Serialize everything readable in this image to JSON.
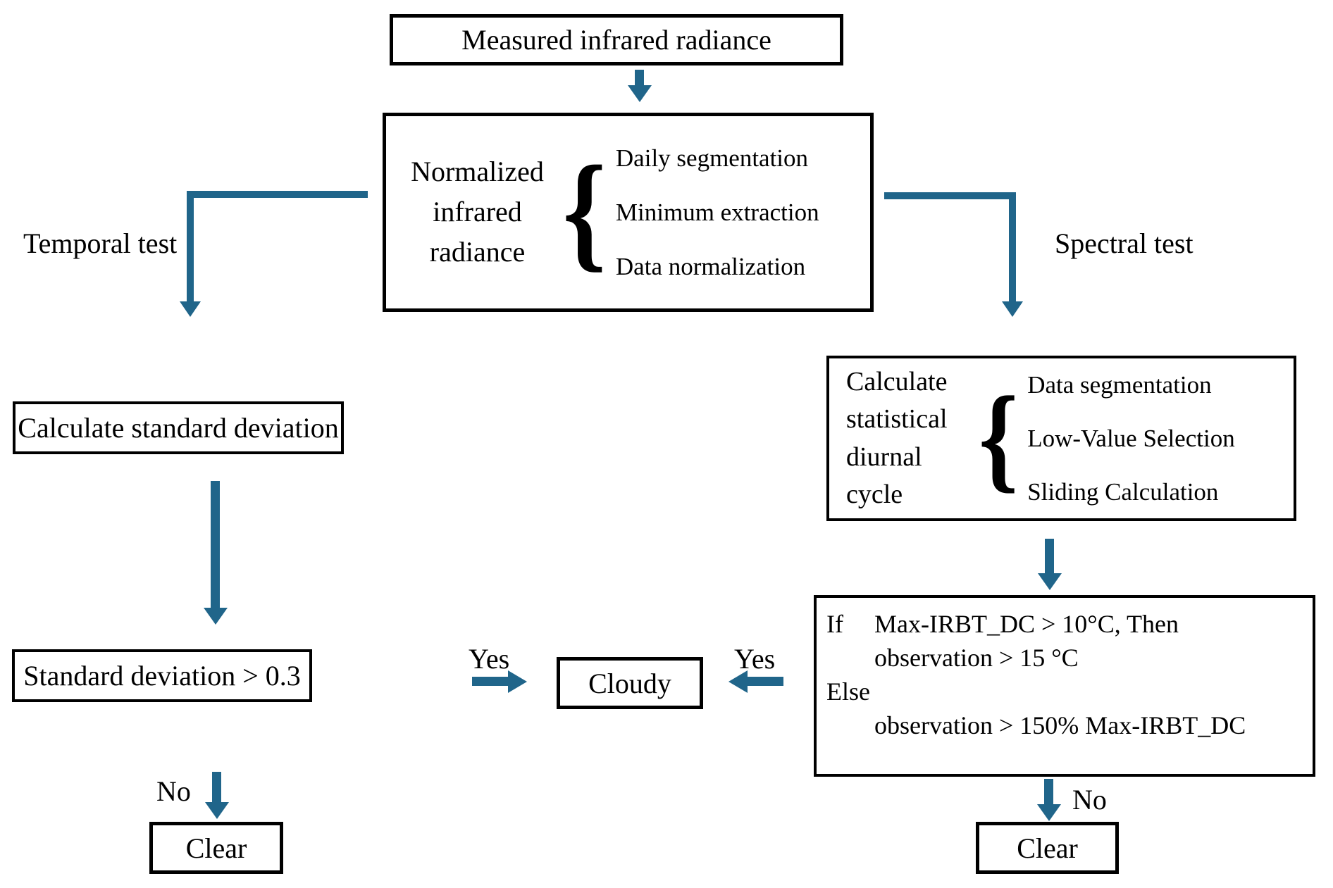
{
  "colors": {
    "arrow": "#20658A",
    "border": "#000000",
    "background": "#FFFFFF",
    "text": "#000000"
  },
  "nodes": {
    "measured": {
      "label": "Measured infrared radiance"
    },
    "normalized": {
      "line1": "Normalized",
      "line2": "infrared",
      "line3": "radiance",
      "brace": "{",
      "items": [
        "Daily segmentation",
        "Minimum extraction",
        "Data normalization"
      ]
    },
    "calc_std": {
      "label": "Calculate standard deviation"
    },
    "std_test": {
      "label": "Standard deviation > 0.3"
    },
    "cloudy": {
      "label": "Cloudy"
    },
    "clear_left": {
      "label": "Clear"
    },
    "clear_right": {
      "label": "Clear"
    },
    "diurnal": {
      "line1": "Calculate",
      "line2": "statistical",
      "line3": "diurnal",
      "line4": "cycle",
      "brace": "{",
      "items": [
        "Data segmentation",
        "Low-Value Selection",
        "Sliding Calculation"
      ]
    },
    "ifelse": {
      "if_kw": "If",
      "cond": "Max-IRBT_DC > 10°C, Then",
      "then_line": "observation > 15 °C",
      "else_kw": "Else",
      "else_line": "observation > 150% Max-IRBT_DC"
    }
  },
  "branches": {
    "left_label": "Temporal test",
    "right_label": "Spectral test"
  },
  "edges": {
    "yes_left": "Yes",
    "yes_right": "Yes",
    "no_left": "No",
    "no_right": "No"
  }
}
